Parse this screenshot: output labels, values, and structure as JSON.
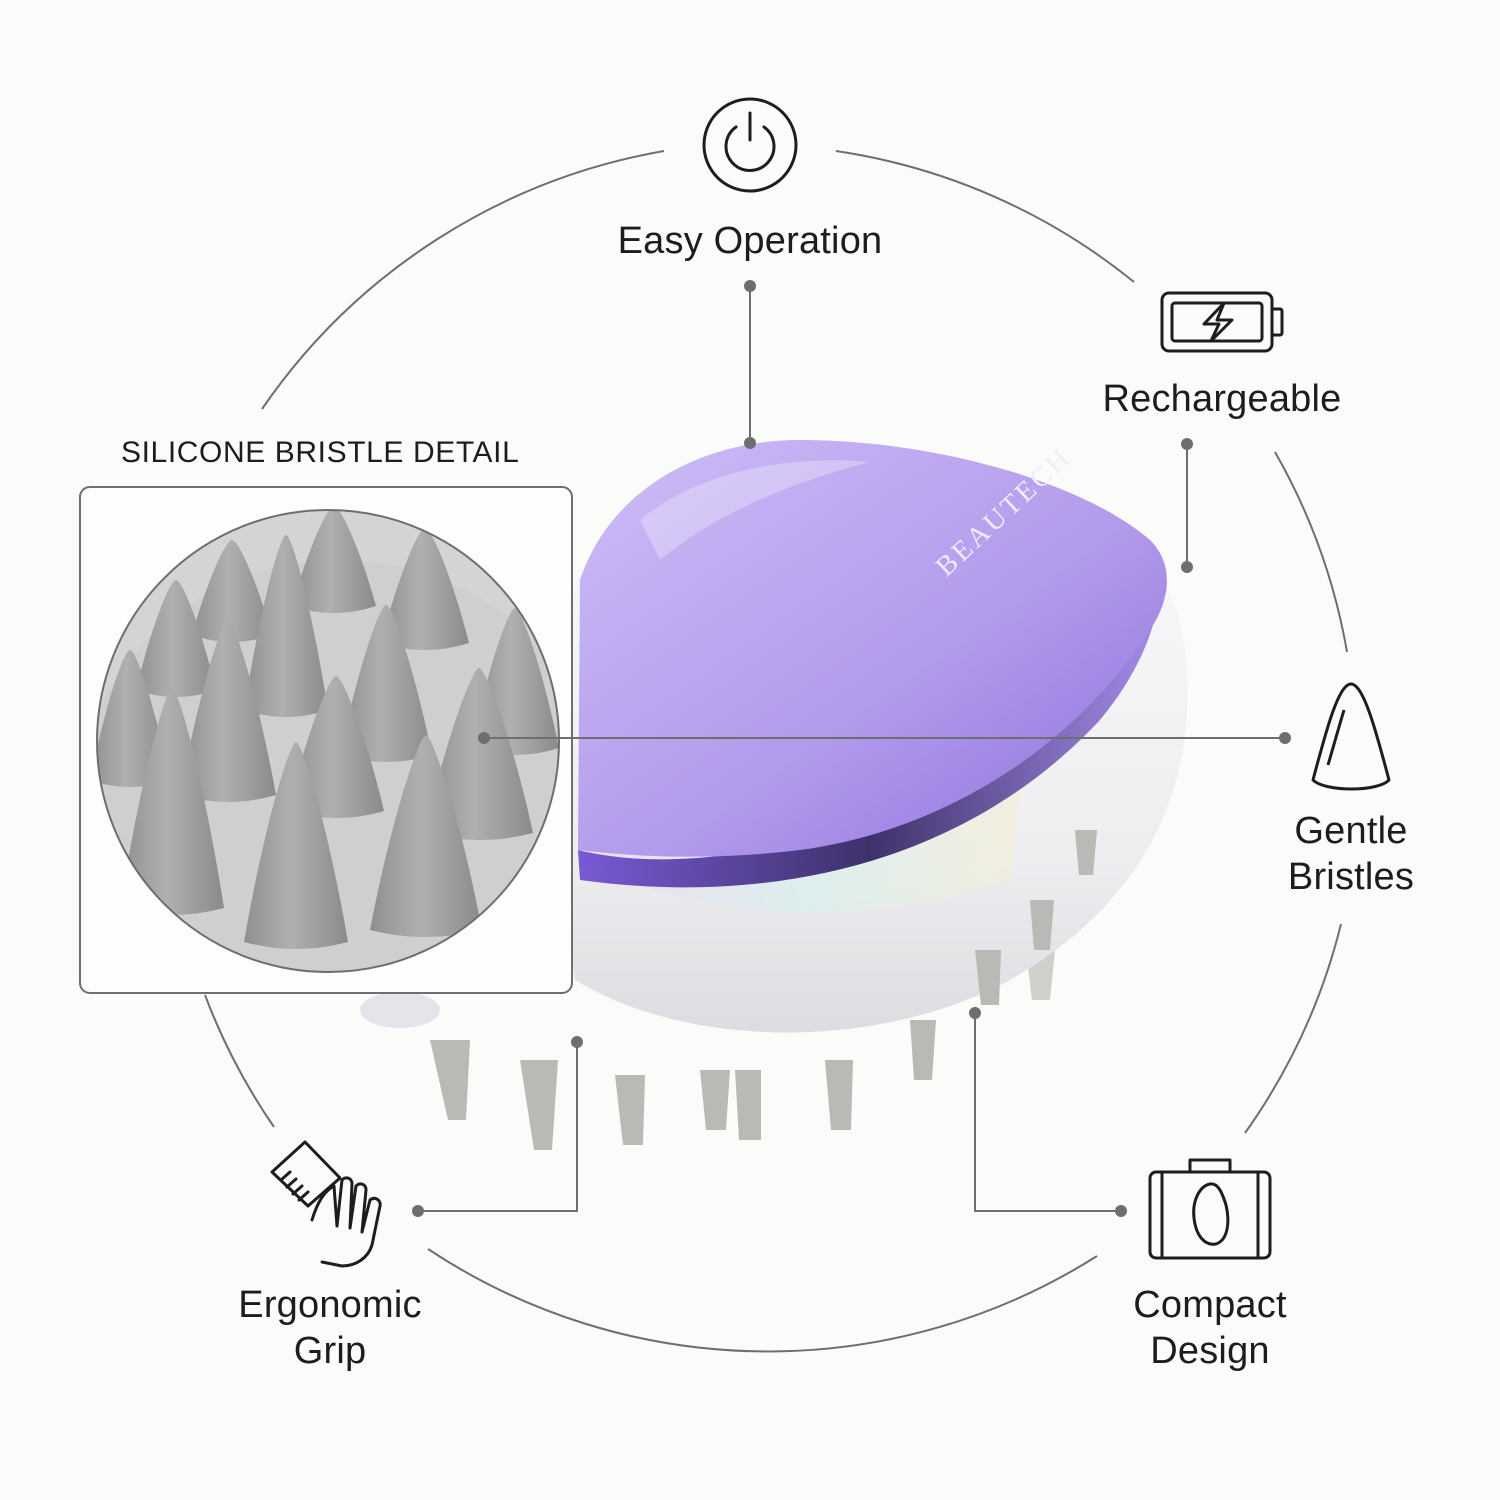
{
  "features": {
    "top": {
      "label": "Easy Operation",
      "icon": "power-icon"
    },
    "upper_right": {
      "label": "Rechargeable",
      "icon": "battery-charging-icon"
    },
    "right": {
      "line1": "Gentle",
      "line2": "Bristles",
      "icon": "bristle-cone-icon"
    },
    "lower_left": {
      "line1": "Ergonomic",
      "line2": "Grip",
      "icon": "hand-comb-icon"
    },
    "lower_right": {
      "line1": "Compact",
      "line2": "Design",
      "icon": "travel-case-icon"
    }
  },
  "detail": {
    "title": "SILICONE BRISTLE DETAIL"
  },
  "product": {
    "brand": "BEAUTECH"
  },
  "colors": {
    "background": "#fbfbfa",
    "text": "#1d1d1d",
    "lines": "#6e6e6e",
    "lilac": "#b39bec",
    "pearl": "#f2f1f3",
    "bristle": "#a4a4a2"
  }
}
